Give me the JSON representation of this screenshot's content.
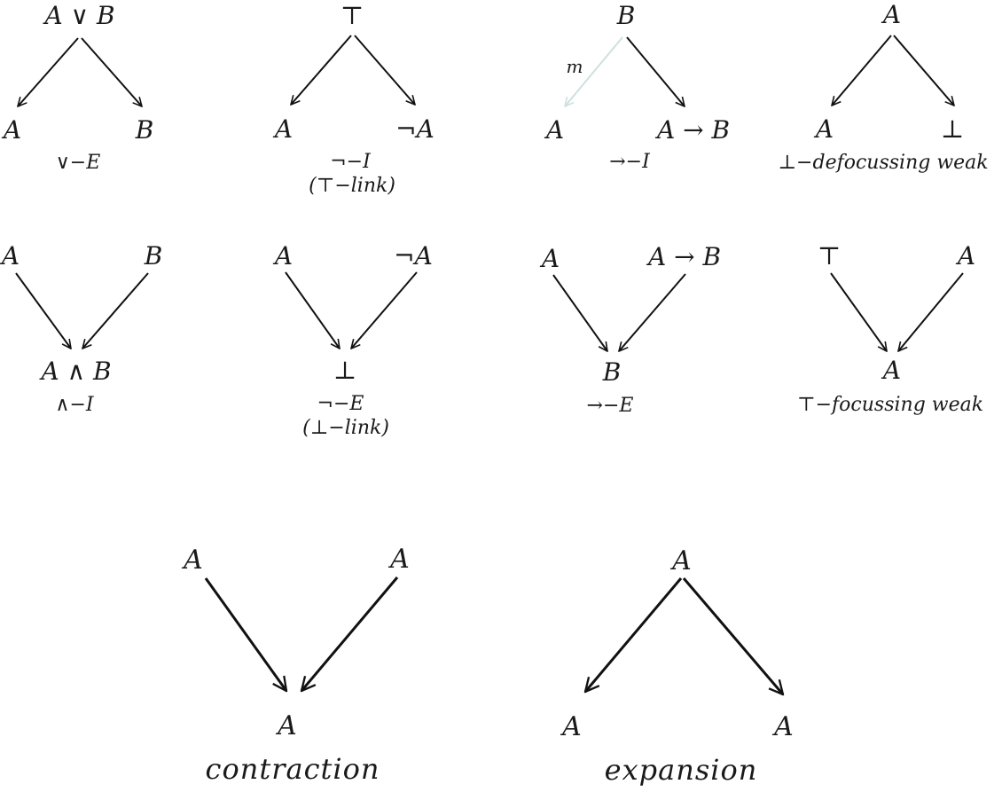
{
  "rules": [
    {
      "id": "or-elim",
      "top": [
        "A ∨ B"
      ],
      "bottom": [
        "A",
        "B"
      ],
      "caption": [
        "∨−E"
      ]
    },
    {
      "id": "neg-intro",
      "top": [
        "⊤"
      ],
      "bottom": [
        "A",
        "¬A"
      ],
      "caption": [
        "¬−I",
        "(⊤−link)"
      ]
    },
    {
      "id": "imp-intro",
      "top": [
        "B"
      ],
      "bottom": [
        "A",
        "A → B"
      ],
      "caption": [
        "→−I"
      ],
      "edge_label": "m"
    },
    {
      "id": "bot-defocus",
      "top": [
        "A"
      ],
      "bottom": [
        "A",
        "⊥"
      ],
      "caption": [
        "⊥−defocussing weak"
      ]
    },
    {
      "id": "and-intro",
      "top": [
        "A",
        "B"
      ],
      "bottom": [
        "A ∧ B"
      ],
      "caption": [
        "∧−I"
      ]
    },
    {
      "id": "neg-elim",
      "top": [
        "A",
        "¬A"
      ],
      "bottom": [
        "⊥"
      ],
      "caption": [
        "¬−E",
        "(⊥−link)"
      ]
    },
    {
      "id": "imp-elim",
      "top": [
        "A",
        "A → B"
      ],
      "bottom": [
        "B"
      ],
      "caption": [
        "→−E"
      ]
    },
    {
      "id": "top-focus",
      "top": [
        "⊤",
        "A"
      ],
      "bottom": [
        "A"
      ],
      "caption": [
        "⊤−focussing weak"
      ]
    },
    {
      "id": "contraction",
      "top": [
        "A",
        "A"
      ],
      "bottom": [
        "A"
      ],
      "caption": [
        "contraction"
      ]
    },
    {
      "id": "expansion",
      "top": [
        "A"
      ],
      "bottom": [
        "A",
        "A"
      ],
      "caption": [
        "expansion"
      ]
    }
  ],
  "colors": {
    "ink": "#111111",
    "faint_edge": "#cfe0df",
    "background": "#ffffff"
  }
}
